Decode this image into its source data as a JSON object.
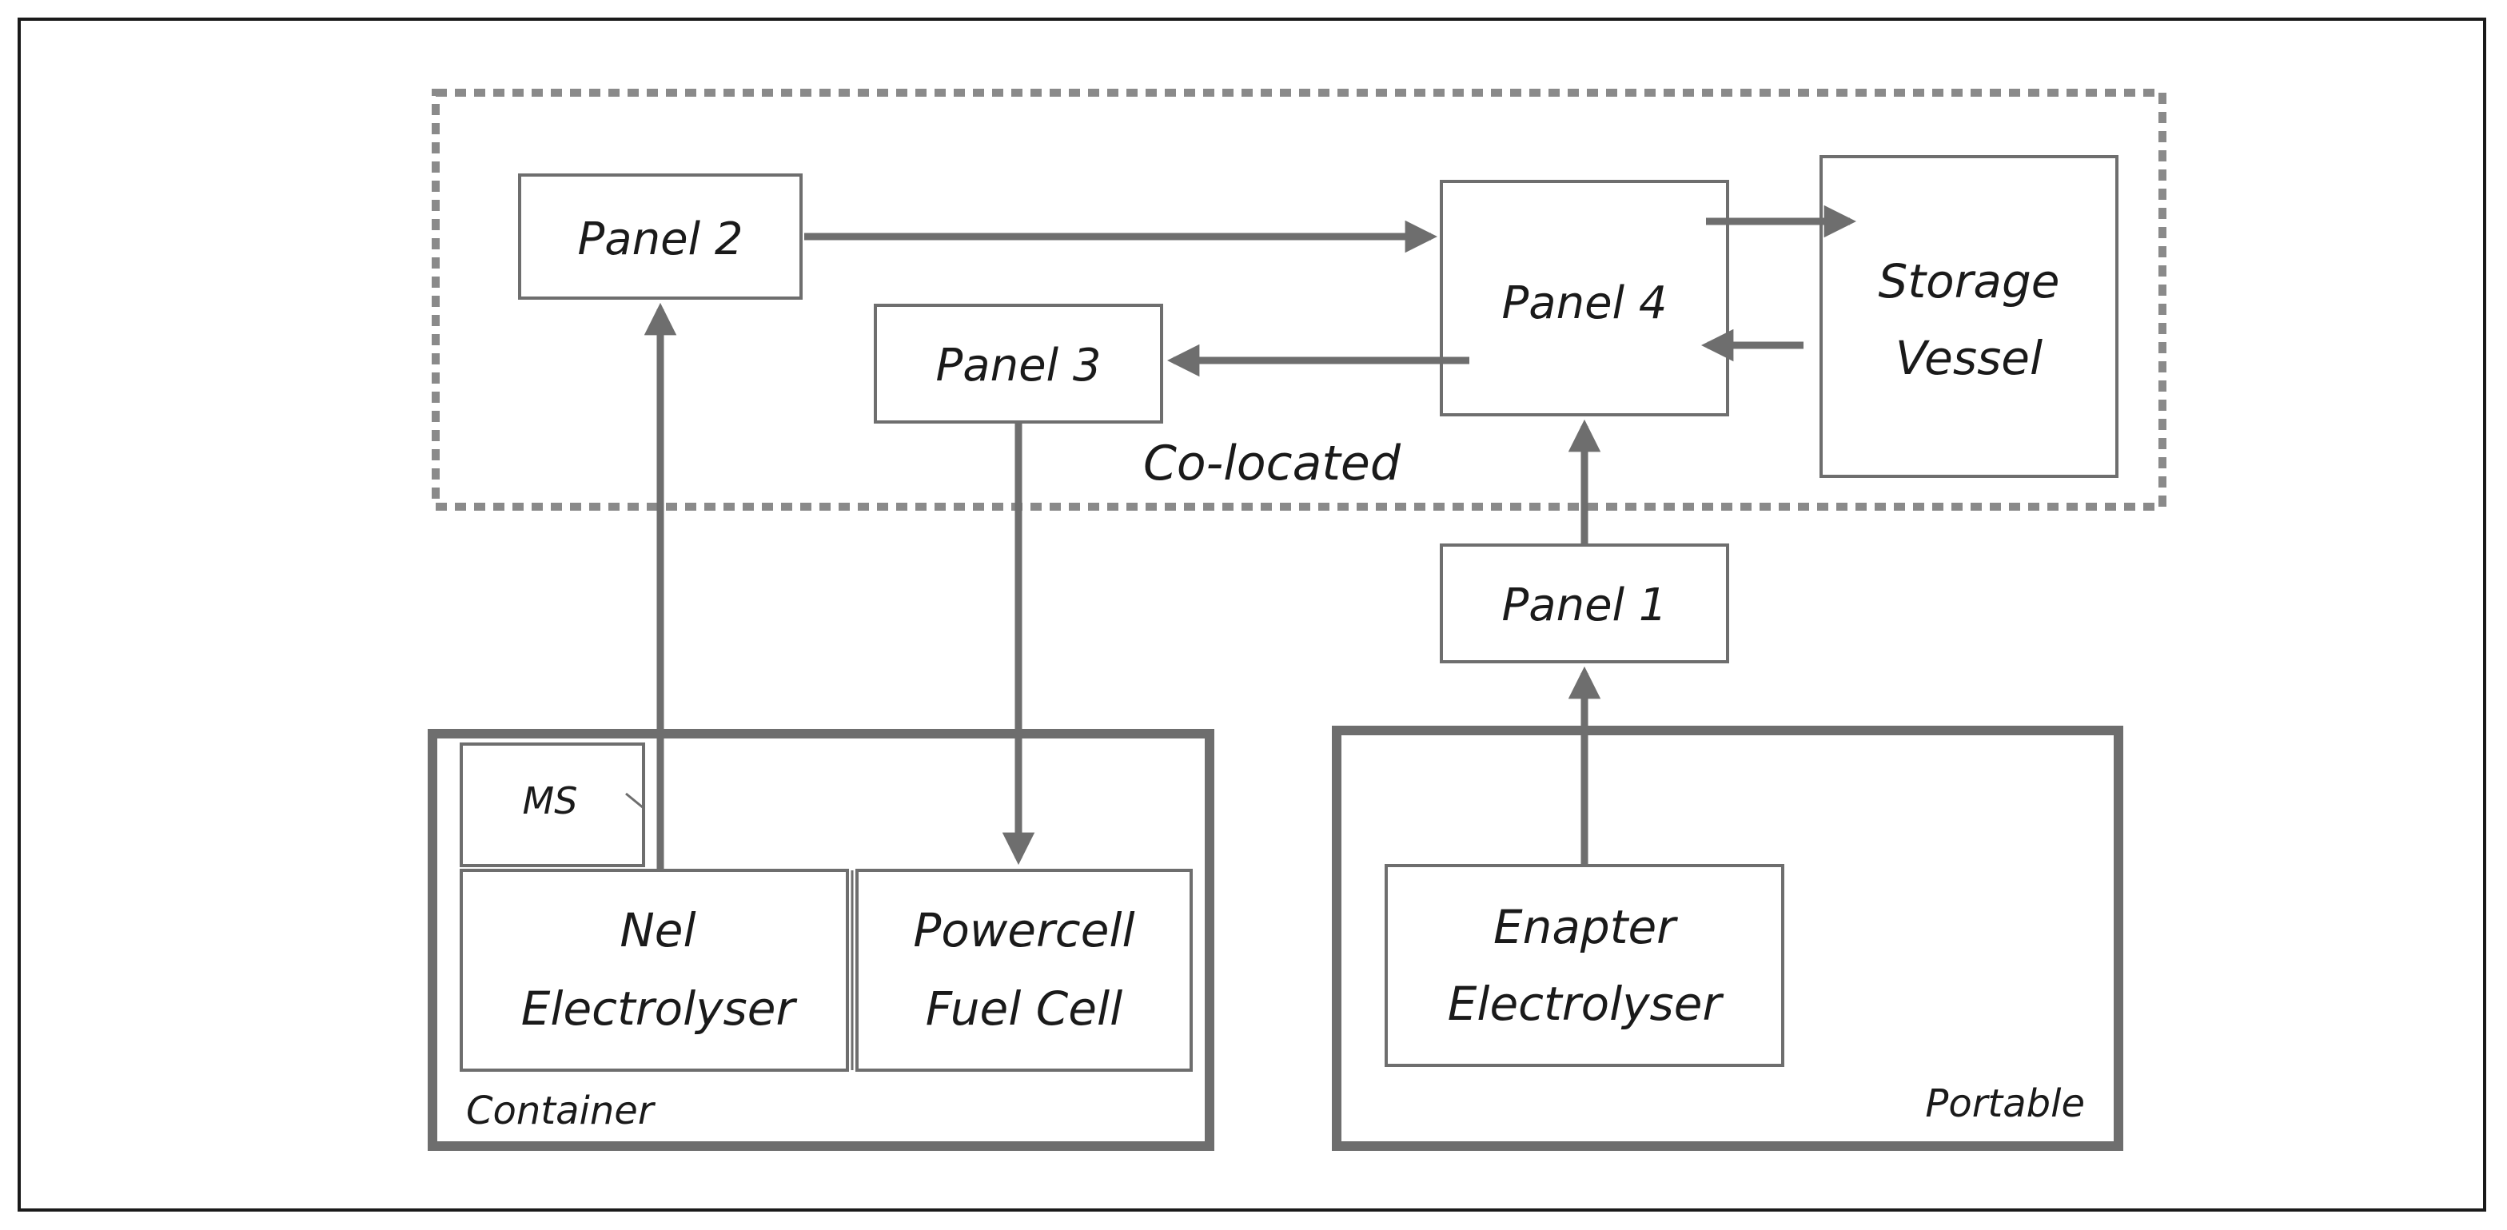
{
  "nodes": {
    "panel2": {
      "label": "Panel 2"
    },
    "panel3": {
      "label": "Panel 3"
    },
    "panel4": {
      "label": "Panel 4"
    },
    "panel1": {
      "label": "Panel 1"
    },
    "storage": {
      "line1": "Storage",
      "line2": "Vessel"
    },
    "ms": {
      "label": "MS"
    },
    "nel": {
      "line1": "Nel",
      "line2": "Electrolyser"
    },
    "powercell": {
      "line1": "Powercell",
      "line2": "Fuel Cell"
    },
    "enapter": {
      "line1": "Enapter",
      "line2": "Electrolyser"
    }
  },
  "groups": {
    "colocated": "Co-located",
    "container": "Container",
    "portable": "Portable"
  },
  "colors": {
    "line": "#6e6e6e",
    "frame": "#1a1a1a",
    "dotted": "#8a8a8a",
    "text": "#1a1a1a"
  }
}
